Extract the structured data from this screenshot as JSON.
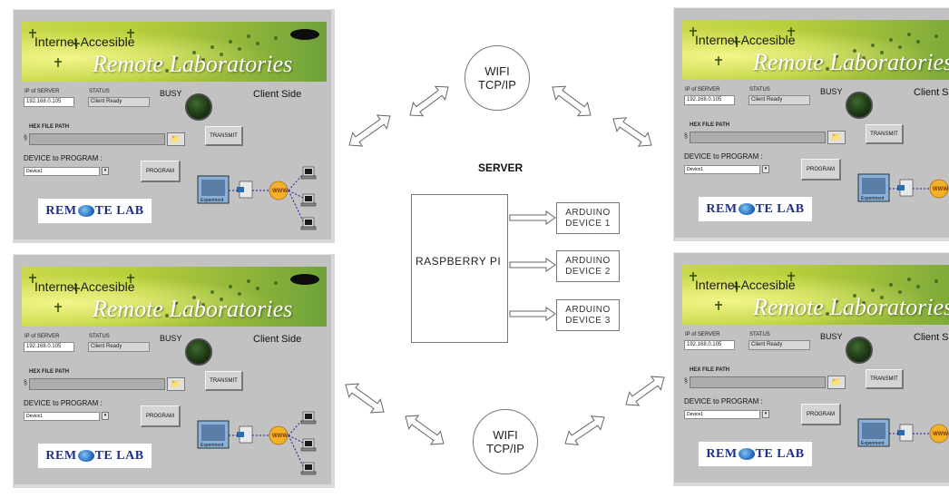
{
  "client": {
    "banner_title": "Internet Accesible",
    "banner_subtitle": "Remote Laboratories",
    "ip_label": "IP of SERVER",
    "ip_value": "192.168.0.105",
    "status_label": "STATUS",
    "status_value": "Client Ready",
    "busy_label": "BUSY",
    "side_label": "Client Side",
    "hex_path_label": "HEX FILE PATH",
    "path_prefix": "§",
    "transmit_label": "TRANSMIT",
    "device_label": "DEVICE to PROGRAM :",
    "device_value": "Device1",
    "program_label": "PROGRAM",
    "experiment_label": "Experiment",
    "www_label": "WWW",
    "logo_left": "REM",
    "logo_right": "TE LAB"
  },
  "center": {
    "wifi_line1": "WIFI",
    "wifi_line2": "TCP/IP",
    "server_title": "SERVER",
    "raspberry_label": "RASPBERRY PI",
    "arduinos": [
      {
        "line1": "ARDUINO",
        "line2": "DEVICE 1"
      },
      {
        "line1": "ARDUINO",
        "line2": "DEVICE 2"
      },
      {
        "line1": "ARDUINO",
        "line2": "DEVICE 3"
      }
    ]
  },
  "colors": {
    "panel_bg": "#c2c2c2",
    "banner_green": "#b8cf3a",
    "led_green": "#1d3a14",
    "logo_blue": "#1d2f8a"
  }
}
